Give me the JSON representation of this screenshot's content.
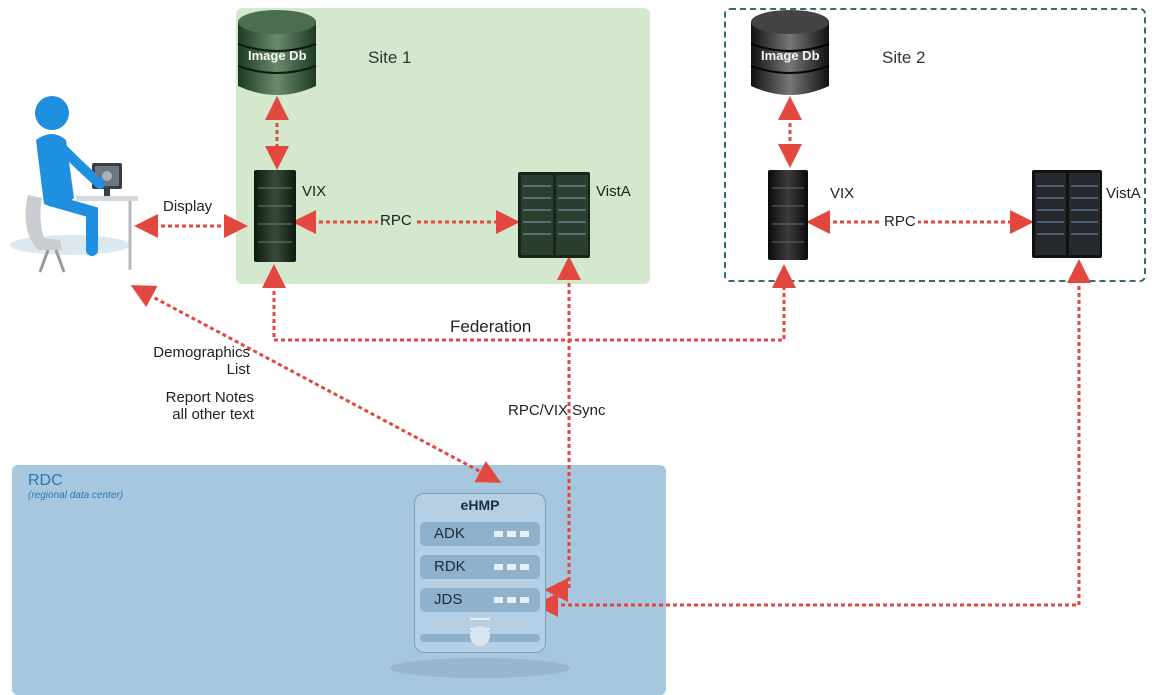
{
  "sites": {
    "site1": "Site 1",
    "site2": "Site 2"
  },
  "nodes": {
    "imagedb1": "Image Db",
    "imagedb2": "Image Db",
    "vix1": "VIX",
    "vista1": "VistA",
    "vix2": "VIX",
    "vista2": "VistA"
  },
  "links": {
    "display": "Display",
    "rpc1": "RPC",
    "rpc2": "RPC",
    "federation": "Federation",
    "rpc_vix_sync": "RPC/VIX Sync",
    "demographics": "Demographics",
    "list": "List",
    "report_notes": "Report Notes",
    "all_other_text": "all other text"
  },
  "rdc": {
    "title": "RDC",
    "subtitle": "(regional data center)"
  },
  "ehmp": {
    "title": "eHMP",
    "rows": [
      "ADK",
      "RDK",
      "JDS"
    ]
  },
  "colors": {
    "arrow": "#e2483f",
    "site1_bg": "#d3e8cd",
    "site2_border": "#2d6f72",
    "rdc_bg": "#a7c7df",
    "person": "#1f8fe0"
  }
}
